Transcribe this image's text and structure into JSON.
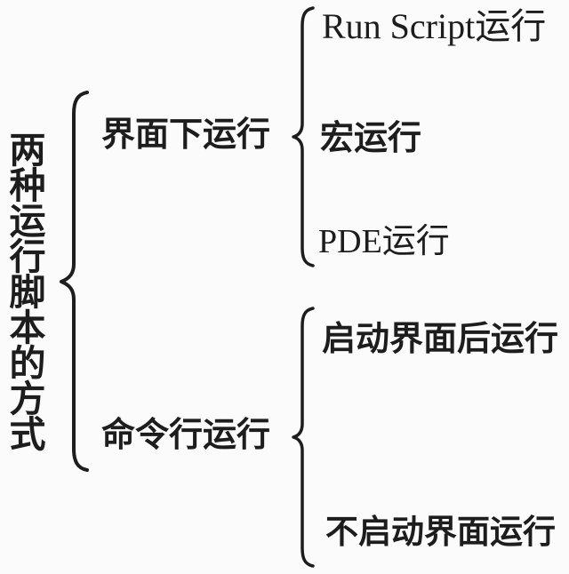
{
  "diagram": {
    "root_label": "两种运行脚本的方式",
    "branches": [
      {
        "label": "界面下运行",
        "children": [
          "Run Script运行",
          "宏运行",
          "PDE运行"
        ]
      },
      {
        "label": "命令行运行",
        "children": [
          "启动界面后运行",
          "不启动界面运行"
        ]
      }
    ]
  },
  "colors": {
    "background": "#fbfbfb",
    "ink": "#1d1d1d"
  }
}
